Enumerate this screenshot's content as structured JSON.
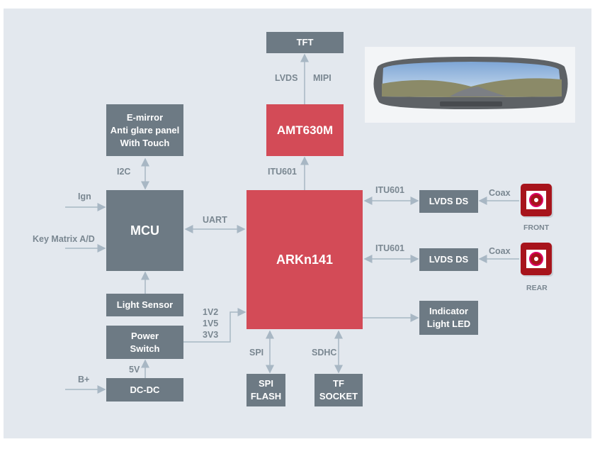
{
  "blocks": {
    "tft": "TFT",
    "amt": "AMT630M",
    "emirror": [
      "E-mirror",
      "Anti glare panel",
      "With Touch"
    ],
    "mcu": "MCU",
    "ark": "ARKn141",
    "light_sensor": "Light Sensor",
    "power_switch": [
      "Power",
      "Switch"
    ],
    "dcdc": "DC-DC",
    "spi_flash": [
      "SPI",
      "FLASH"
    ],
    "tf_socket": [
      "TF",
      "SOCKET"
    ],
    "lvds_front": "LVDS DS",
    "lvds_rear": "LVDS DS",
    "indicator": [
      "Indicator",
      "Light LED"
    ]
  },
  "labels": {
    "lvds": "LVDS",
    "mipi": "MIPI",
    "itu_top": "ITU601",
    "i2c": "I2C",
    "ign": "Ign",
    "key_matrix": "Key Matrix A/D",
    "uart": "UART",
    "v12": "1V2",
    "v15": "1V5",
    "v33": "3V3",
    "v5": "5V",
    "bplus": "B+",
    "spi": "SPI",
    "sdhc": "SDHC",
    "itu_front": "ITU601",
    "itu_rear": "ITU601",
    "coax_front": "Coax",
    "coax_rear": "Coax",
    "front": "FRONT",
    "rear": "REAR"
  },
  "colors": {
    "panel": "#e3e8ee",
    "box": "#6d7a84",
    "red": "#d34b57",
    "arrow": "#a8b7c4",
    "camera": "#a7141c"
  }
}
